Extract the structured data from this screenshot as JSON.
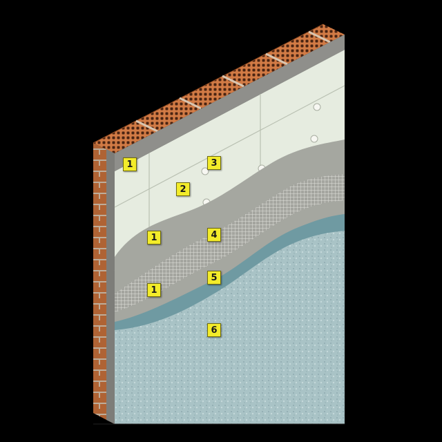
{
  "layer_markers": [
    {
      "id": "brick-top",
      "label": "1"
    },
    {
      "id": "insulation-fixing",
      "label": "3"
    },
    {
      "id": "insulation-board",
      "label": "2"
    },
    {
      "id": "adhesive-mid",
      "label": "1"
    },
    {
      "id": "mesh",
      "label": "4"
    },
    {
      "id": "adhesive-low",
      "label": "1"
    },
    {
      "id": "primer",
      "label": "5"
    },
    {
      "id": "render-finish",
      "label": "6"
    }
  ],
  "colors": {
    "background": "#000000",
    "brick": "#c8713c",
    "mortar": "#d8c5b0",
    "insulation": "#e6ece0",
    "adhesive": "#a5a7a0",
    "mesh": "#9a9b95",
    "primer": "#6f9aa2",
    "render": "#a9c3c6",
    "marker": "#f3ec2a"
  }
}
